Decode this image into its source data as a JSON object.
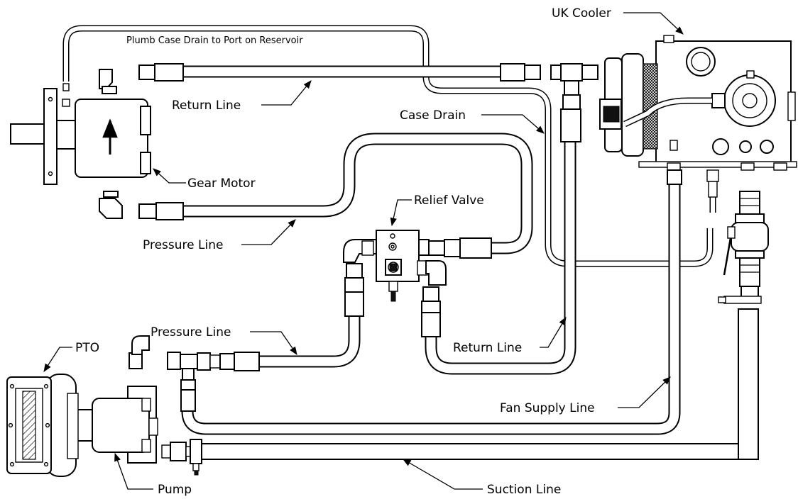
{
  "labels": {
    "uk_cooler": "UK Cooler",
    "case_drain_note": "Plumb Case Drain to Port on Reservoir",
    "return_line_top": "Return Line",
    "case_drain": "Case Drain",
    "gear_motor": "Gear Motor",
    "relief_valve": "Relief Valve",
    "pressure_line_upper": "Pressure Line",
    "pressure_line_lower": "Pressure Line",
    "return_line_lower": "Return Line",
    "pto": "PTO",
    "fan_supply_line": "Fan Supply Line",
    "pump": "Pump",
    "suction_line": "Suction Line"
  }
}
